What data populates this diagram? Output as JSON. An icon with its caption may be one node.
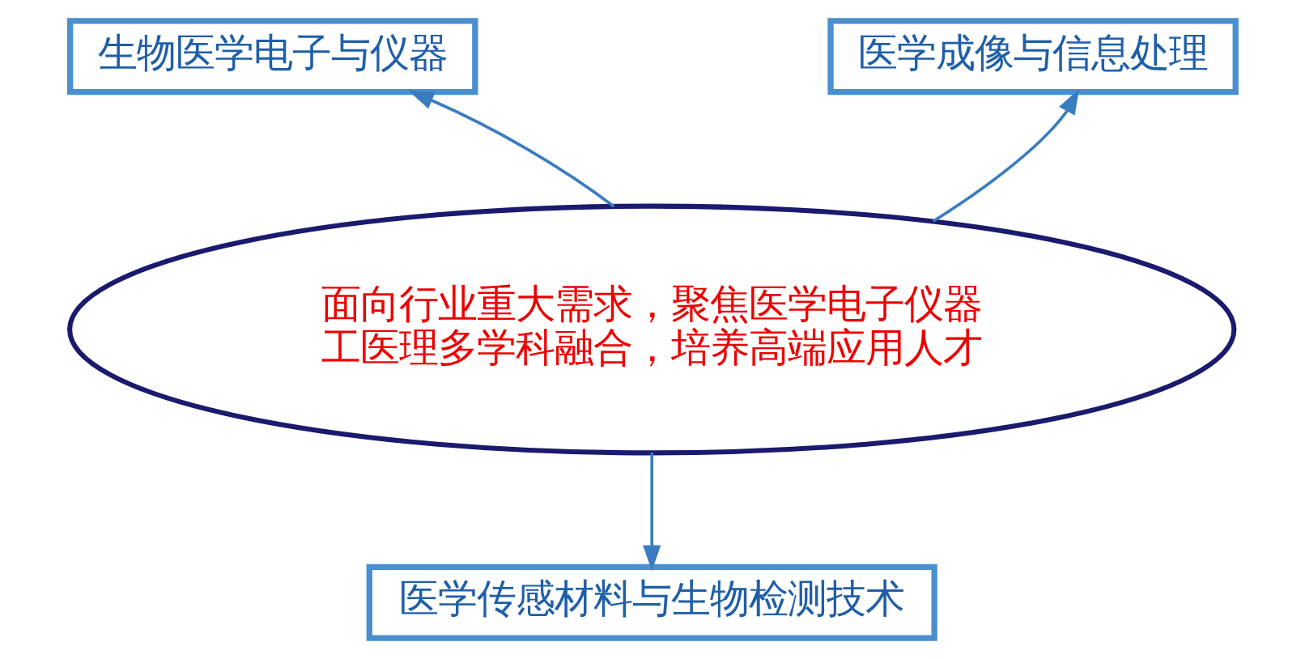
{
  "diagram": {
    "nodes": [
      {
        "text": [
          "面向行业重大需求，聚焦医学电子仪器",
          "工医理多学科融合，培养高端应用人才"
        ]
      },
      {
        "text": [
          "生物医学电子与仪器"
        ]
      },
      {
        "text": [
          "医学成像与信息处理"
        ]
      },
      {
        "text": [
          "医学传感材料与生物检测技术"
        ]
      }
    ],
    "edges": [
      {
        "from": 0,
        "to": 1,
        "arrow": "to"
      },
      {
        "from": 0,
        "to": 2,
        "arrow": "to"
      },
      {
        "from": 0,
        "to": 3,
        "arrow": "to"
      }
    ]
  }
}
